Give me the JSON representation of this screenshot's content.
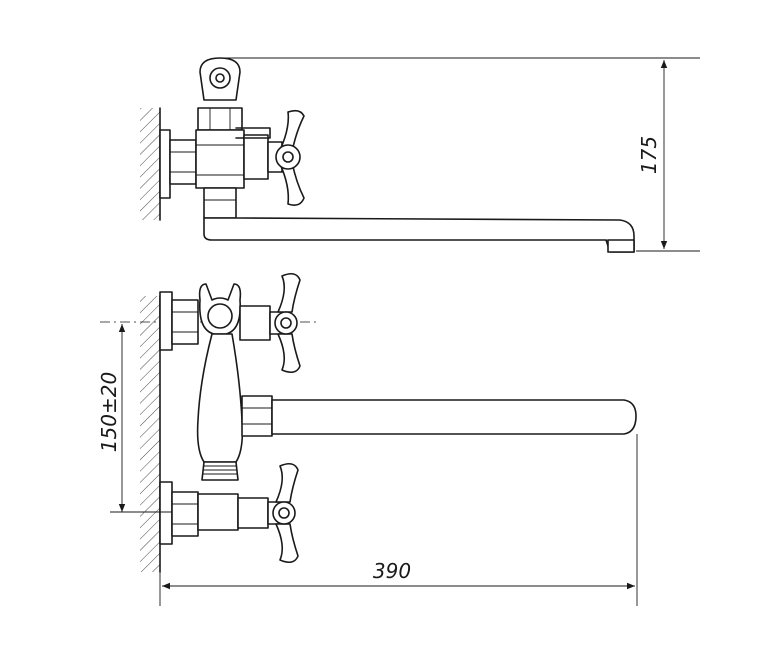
{
  "dimensions": {
    "height_top": "175",
    "spacing": "150±20",
    "spout_length": "390"
  }
}
